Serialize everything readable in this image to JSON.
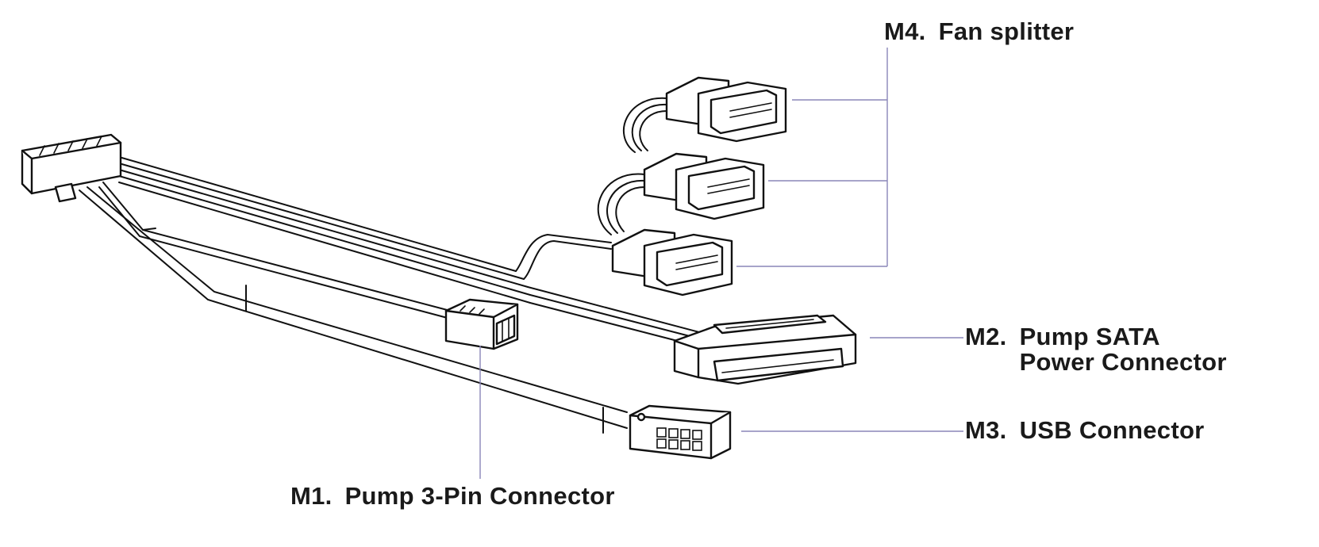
{
  "labels": {
    "m4": {
      "code": "M4.",
      "text": "Fan splitter"
    },
    "m2": {
      "code": "M2.",
      "line1": "Pump SATA",
      "line2": "Power Connector"
    },
    "m3": {
      "code": "M3.",
      "text": "USB Connector"
    },
    "m1": {
      "code": "M1.",
      "text": "Pump 3-Pin Connector"
    }
  },
  "colors": {
    "leader": "#8a86b8",
    "ink": "#111111",
    "background": "#ffffff"
  }
}
